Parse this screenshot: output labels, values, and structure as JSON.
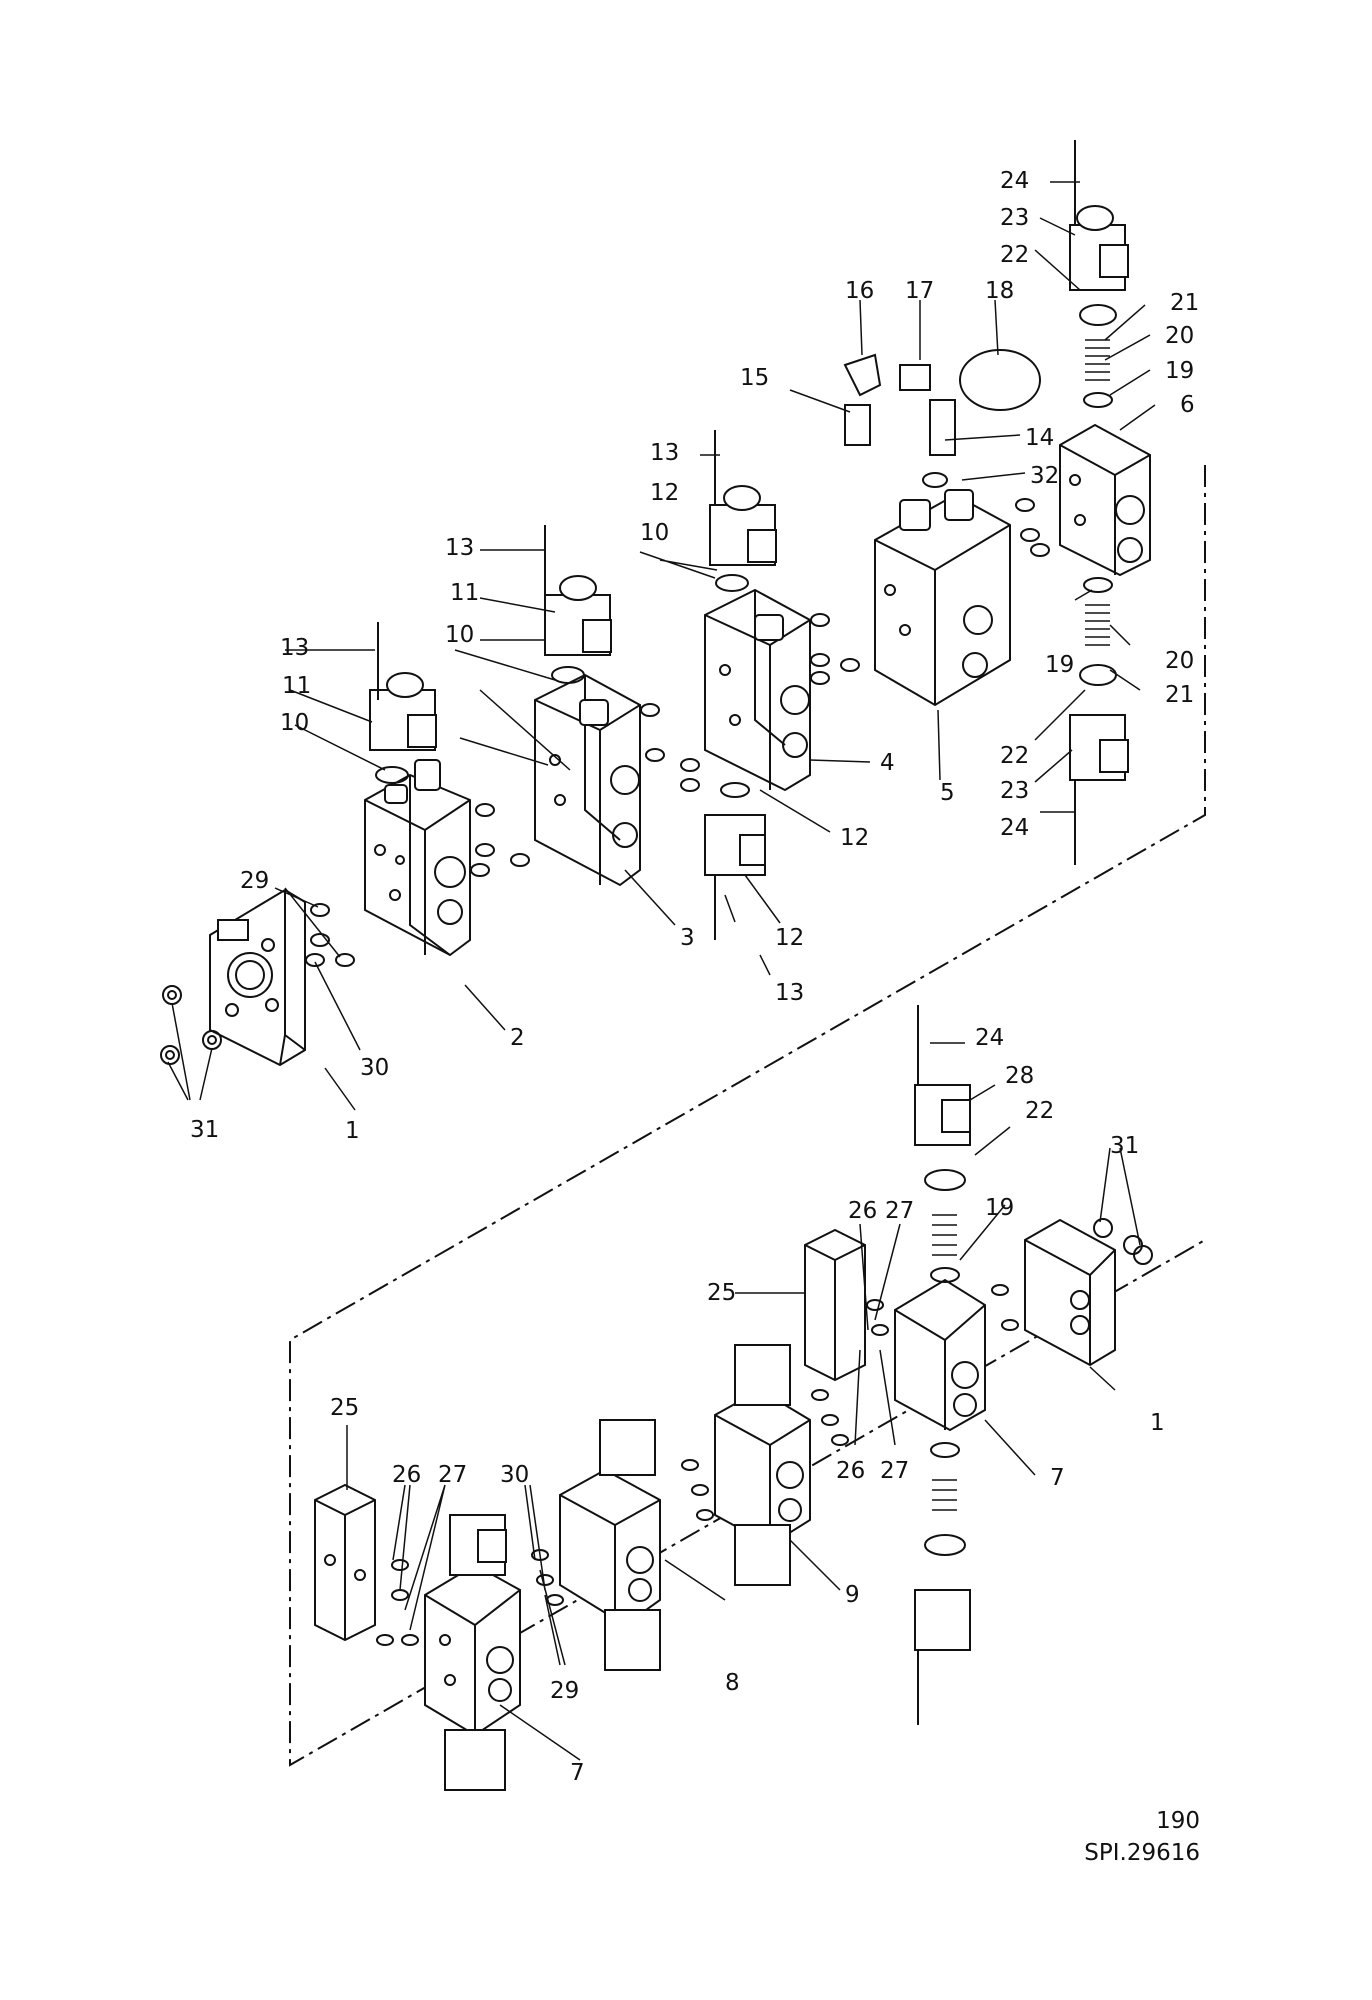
{
  "diagram": {
    "page_number": "190",
    "drawing_ref": "SPI.29616",
    "upper_assembly_callouts": [
      "1",
      "2",
      "3",
      "4",
      "5",
      "6",
      "10",
      "10",
      "10",
      "11",
      "11",
      "12",
      "12",
      "12",
      "13",
      "13",
      "13",
      "13",
      "14",
      "15",
      "16",
      "17",
      "18",
      "19",
      "19",
      "20",
      "20",
      "21",
      "21",
      "22",
      "22",
      "23",
      "23",
      "24",
      "24",
      "29",
      "30",
      "31",
      "32"
    ],
    "lower_assembly_callouts": [
      "1",
      "7",
      "7",
      "8",
      "9",
      "19",
      "22",
      "24",
      "25",
      "25",
      "26",
      "26",
      "26",
      "27",
      "27",
      "27",
      "28",
      "29",
      "30",
      "31"
    ]
  }
}
